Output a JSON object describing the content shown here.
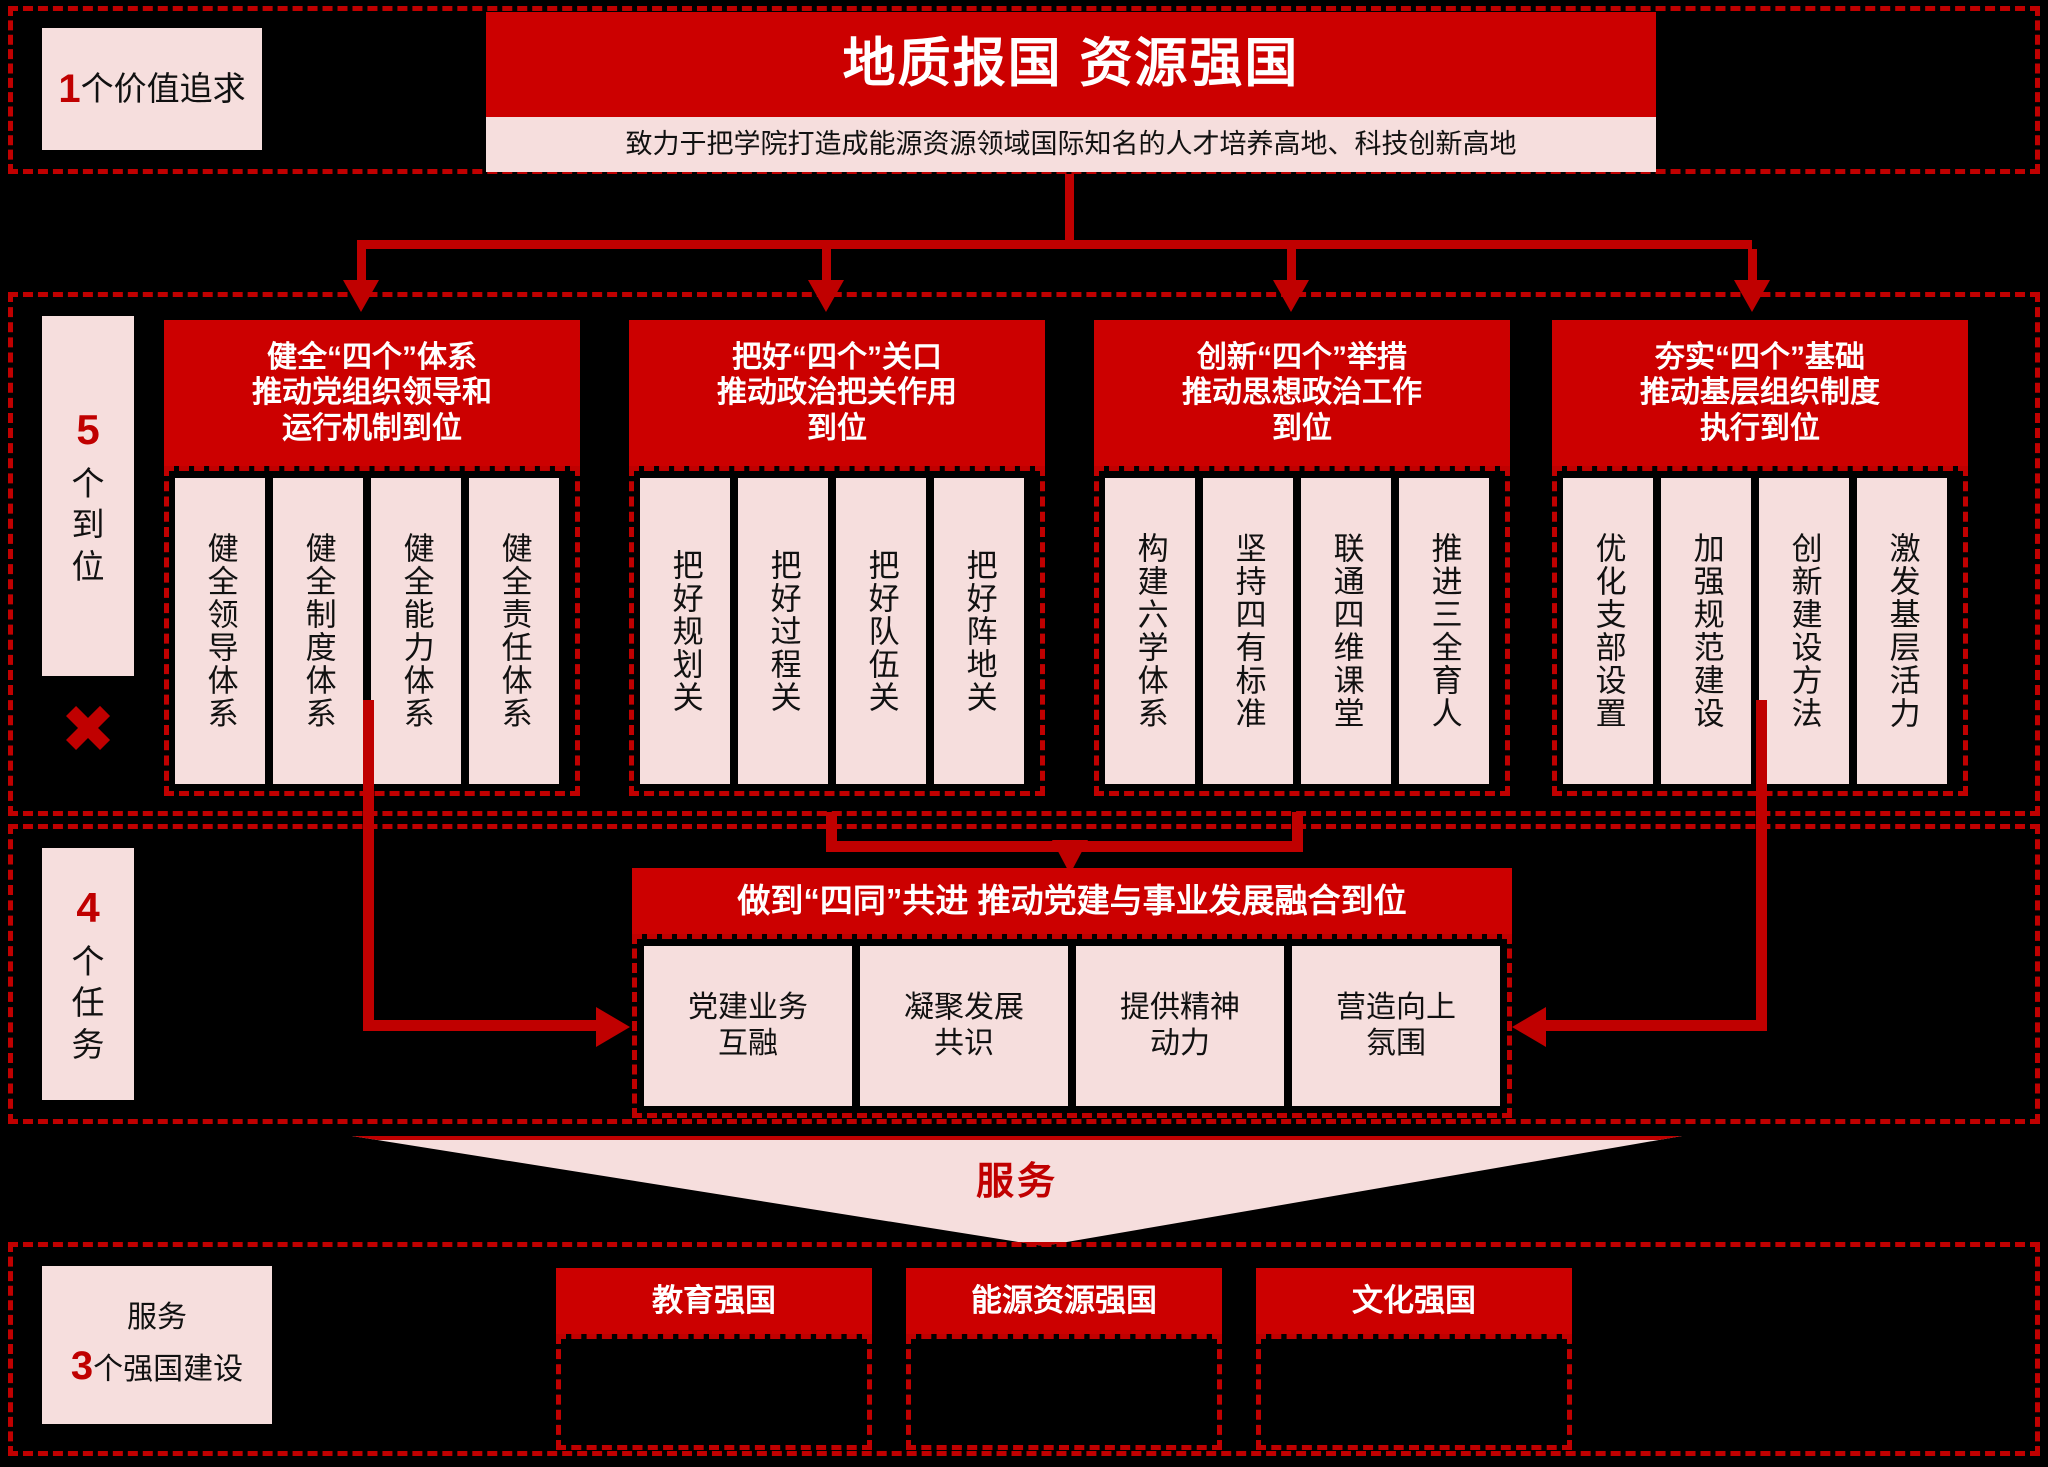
{
  "theme": {
    "red": "#cc0000",
    "dark_red": "#c00000",
    "pink": "#f6dedd",
    "bg": "#000000",
    "white": "#ffffff"
  },
  "row_value": {
    "label_number": "1",
    "label_text": "个价值追求",
    "title": "地质报国  资源强国",
    "subtitle": "致力于把学院打造成能源资源领域国际知名的人才培养高地、科技创新高地"
  },
  "row_five": {
    "label_number": "5",
    "label_chars": [
      "个",
      "到",
      "位"
    ],
    "multiply_symbol": "✖",
    "groups": [
      {
        "header": "健全“四个”体系\n推动党组织领导和\n运行机制到位",
        "items": [
          "健全领导体系",
          "健全制度体系",
          "健全能力体系",
          "健全责任体系"
        ]
      },
      {
        "header": "把好“四个”关口\n推动政治把关作用\n到位",
        "items": [
          "把好规划关",
          "把好过程关",
          "把好队伍关",
          "把好阵地关"
        ]
      },
      {
        "header": "创新“四个”举措\n推动思想政治工作\n到位",
        "items": [
          "构建六学体系",
          "坚持四有标准",
          "联通四维课堂",
          "推进三全育人"
        ]
      },
      {
        "header": "夯实“四个”基础\n推动基层组织制度\n执行到位",
        "items": [
          "优化支部设置",
          "加强规范建设",
          "创新建设方法",
          "激发基层活力"
        ]
      }
    ]
  },
  "row_four": {
    "label_number": "4",
    "label_chars": [
      "个",
      "任",
      "务"
    ],
    "header": "做到“四同”共进  推动党建与事业发展融合到位",
    "items": [
      "党建业务\n互融",
      "凝聚发展\n共识",
      "提供精神\n动力",
      "营造向上\n氛围"
    ]
  },
  "service": {
    "label": "服务"
  },
  "row_three": {
    "label_line1": "服务",
    "label_number": "3",
    "label_text": "个强国建设",
    "nations": [
      "教育强国",
      "能源资源强国",
      "文化强国"
    ]
  }
}
